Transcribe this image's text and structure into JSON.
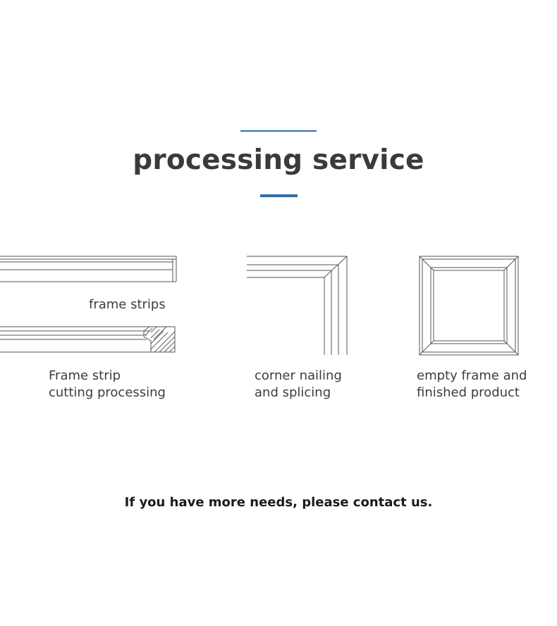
{
  "heading": {
    "title": "processing service"
  },
  "accent_color": "#2f6fae",
  "illustrations": {
    "frame_strips_label": "frame strips",
    "cutting": {
      "line1": "Frame strip",
      "line2": "cutting processing"
    },
    "corner": {
      "line1": "corner nailing",
      "line2": "and splicing"
    },
    "finished": {
      "line1": "empty frame and",
      "line2": "finished product"
    }
  },
  "footer": {
    "contact": "If you have more needs, please contact us."
  }
}
